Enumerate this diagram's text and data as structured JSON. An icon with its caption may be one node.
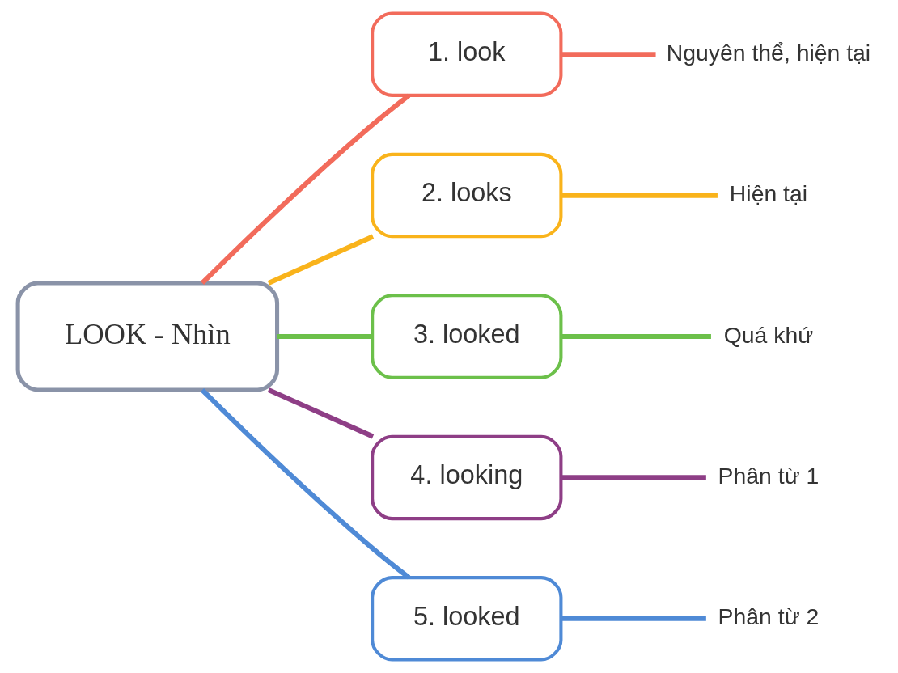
{
  "diagram": {
    "nodes": [
      {
        "text": [
          "LOOK - Nhìn"
        ]
      },
      {
        "text": [
          "1. look"
        ]
      },
      {
        "text": [
          "2. looks"
        ]
      },
      {
        "text": [
          "3. looked"
        ]
      },
      {
        "text": [
          "4. looking"
        ]
      },
      {
        "text": [
          "5. looked"
        ]
      },
      {
        "text": [
          "Nguyên thể, hiện tại"
        ]
      },
      {
        "text": [
          "Hiện tại"
        ]
      },
      {
        "text": [
          "Quá khứ"
        ]
      },
      {
        "text": [
          "Phân từ 1"
        ]
      },
      {
        "text": [
          "Phân từ 2"
        ]
      }
    ],
    "edges": [
      {
        "from": 0,
        "to": 1,
        "arrow": "none",
        "color": "#f26b5b"
      },
      {
        "from": 0,
        "to": 2,
        "arrow": "none",
        "color": "#f9b31b"
      },
      {
        "from": 0,
        "to": 3,
        "arrow": "none",
        "color": "#6cc04a"
      },
      {
        "from": 0,
        "to": 4,
        "arrow": "none",
        "color": "#8e3e86"
      },
      {
        "from": 0,
        "to": 5,
        "arrow": "none",
        "color": "#4f8ad6"
      },
      {
        "from": 1,
        "to": 6,
        "arrow": "none",
        "color": "#f26b5b"
      },
      {
        "from": 2,
        "to": 7,
        "arrow": "none",
        "color": "#f9b31b"
      },
      {
        "from": 3,
        "to": 8,
        "arrow": "none",
        "color": "#6cc04a"
      },
      {
        "from": 4,
        "to": 9,
        "arrow": "none",
        "color": "#8e3e86"
      },
      {
        "from": 5,
        "to": 10,
        "arrow": "none",
        "color": "#4f8ad6"
      }
    ]
  }
}
